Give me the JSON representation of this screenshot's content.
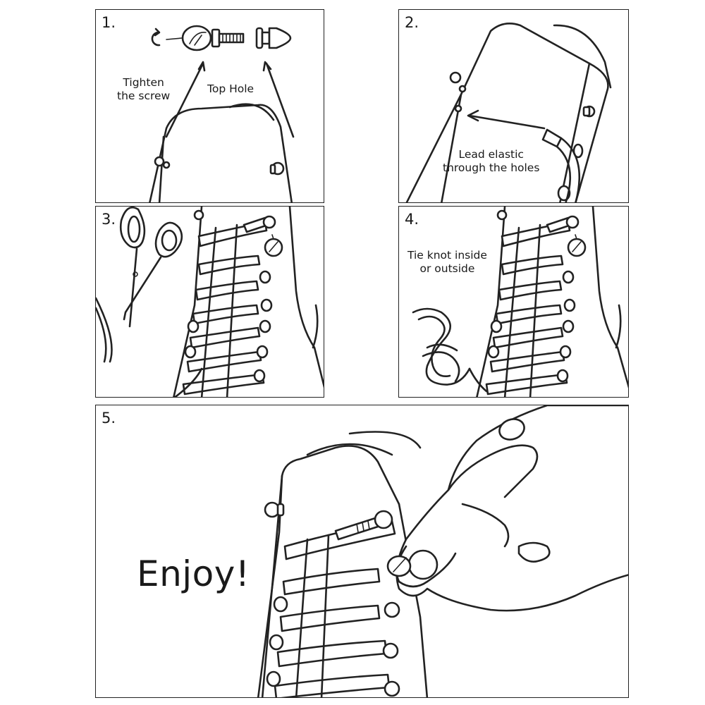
{
  "steps": [
    {
      "number": "1.",
      "labels": {
        "tighten": [
          "Tighten",
          "the screw"
        ],
        "top_hole": "Top Hole"
      }
    },
    {
      "number": "2.",
      "labels": {
        "lead": [
          "Lead elastic",
          "through the  holes"
        ]
      }
    },
    {
      "number": "3."
    },
    {
      "number": "4.",
      "labels": {
        "knot": [
          "Tie knot inside",
          "or outside"
        ]
      }
    },
    {
      "number": "5.",
      "labels": {
        "enjoy": "Enjoy!"
      }
    }
  ],
  "colors": {
    "line": "#222222",
    "background": "#ffffff"
  },
  "icons": [
    "rotate-arrow-icon",
    "screw-icon",
    "lock-cap-icon",
    "scissors-icon",
    "hand-icon"
  ]
}
